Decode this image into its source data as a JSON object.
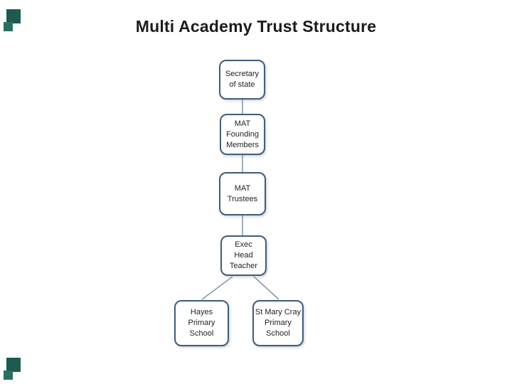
{
  "slide": {
    "title": "Multi Academy Trust Structure"
  },
  "diagram": {
    "type": "org-chart",
    "nodes": [
      {
        "id": "secretary-of-state",
        "label": "Secretary\nof state"
      },
      {
        "id": "mat-founding-members",
        "label": "MAT\nFounding\nMembers"
      },
      {
        "id": "mat-trustees",
        "label": "MAT\nTrustees"
      },
      {
        "id": "exec-head-teacher",
        "label": "Exec\nHead\nTeacher"
      },
      {
        "id": "hayes-primary-school",
        "label": "Hayes\nPrimary\nSchool"
      },
      {
        "id": "st-mary-cray-primary-school",
        "label": "St Mary Cray\nPrimary\nSchool"
      }
    ],
    "edges": [
      {
        "from": "secretary-of-state",
        "to": "mat-founding-members"
      },
      {
        "from": "mat-founding-members",
        "to": "mat-trustees"
      },
      {
        "from": "mat-trustees",
        "to": "exec-head-teacher"
      },
      {
        "from": "exec-head-teacher",
        "to": "hayes-primary-school"
      },
      {
        "from": "exec-head-teacher",
        "to": "st-mary-cray-primary-school"
      }
    ],
    "colors": {
      "node_border": "#3f5c7c",
      "node_fill": "#ffffff",
      "connector_line": "#6e829b",
      "node_text": "#222222",
      "title_text": "#1c1c1c"
    }
  },
  "decorations": {
    "corner_square_large_color": "#1d5a50",
    "corner_square_small_color": "#2b6f63"
  }
}
